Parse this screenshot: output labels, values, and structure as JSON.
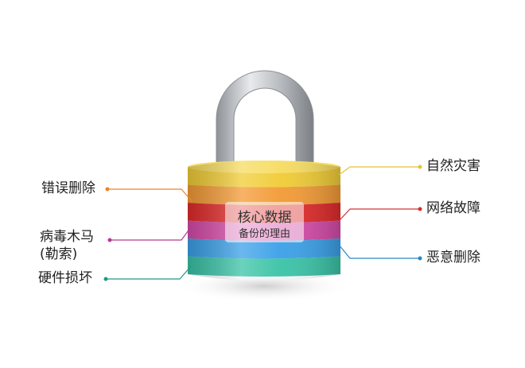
{
  "center": {
    "title": "核心数据",
    "subtitle": "备份的理由"
  },
  "left_labels": [
    {
      "line1": "错误删除",
      "line2": "",
      "color": "#e9852a"
    },
    {
      "line1": "病毒木马",
      "line2": "(勒索)",
      "color": "#b43a9a"
    },
    {
      "line1": "硬件损坏",
      "line2": "",
      "color": "#1f9a80"
    }
  ],
  "right_labels": [
    {
      "text": "自然灾害",
      "color": "#e8c13a"
    },
    {
      "text": "网络故障",
      "color": "#d63030"
    },
    {
      "text": "恶意删除",
      "color": "#2b86c5"
    }
  ],
  "lock_band_colors": [
    "#f0cc35",
    "#f39a35",
    "#e02a2a",
    "#d54aa8",
    "#3aa0e8",
    "#39c3a6"
  ]
}
